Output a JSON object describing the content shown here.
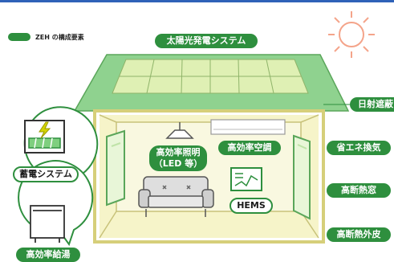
{
  "legend": {
    "label": "ZEH の構成要素"
  },
  "labels": {
    "solar": "太陽光発電システム",
    "shading": "日射遮蔽",
    "ventilation": "省エネ換気",
    "insulated_window": "高断熱窓",
    "exterior_insulation": "高断熱外皮",
    "storage": "蓄電システム",
    "water_heater": "高効率給湯",
    "lighting_line1": "高効率照明",
    "lighting_line2": "（LED 等）",
    "air_conditioning": "高効率空調",
    "hems": "HEMS"
  },
  "colors": {
    "accent": "#2e8f3e",
    "roof": "#8fd28f",
    "wall_fill": "#f6f4c9",
    "wall_outline": "#d6cf7a",
    "sun": "#f4a48a",
    "top_bar": "#2f62b8"
  },
  "icons": [
    "sun-icon",
    "battery-icon",
    "lightning-icon",
    "water-heater-icon",
    "sofa-icon",
    "ceiling-lamp-icon",
    "air-conditioner-icon",
    "hems-monitor-icon",
    "window-icon"
  ]
}
